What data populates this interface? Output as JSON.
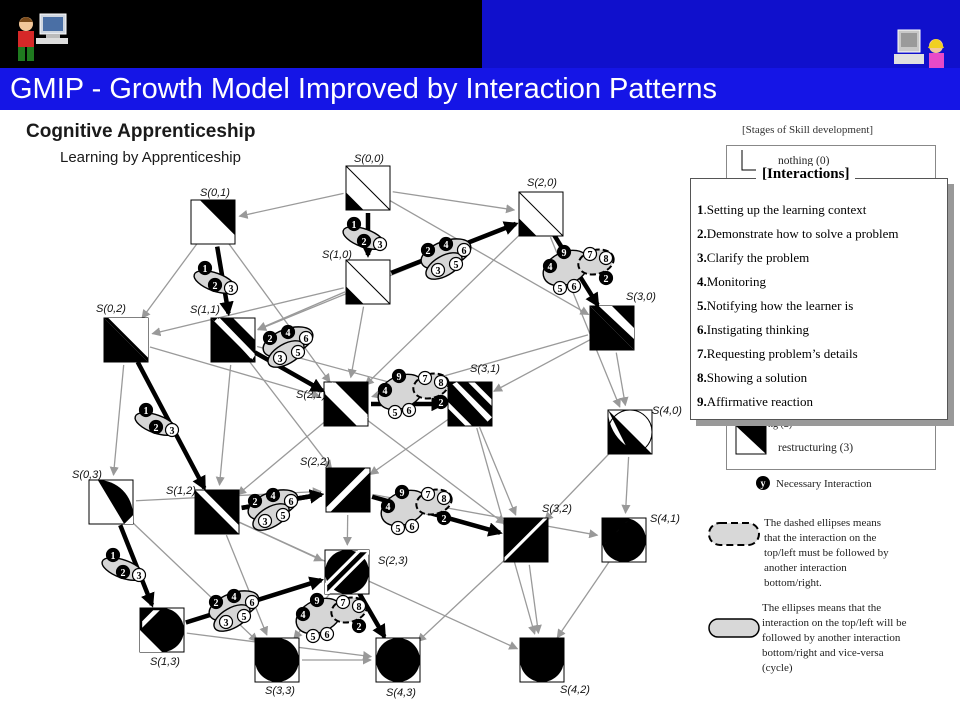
{
  "header": {
    "title": "GMIP - Growth Model Improved by Interaction Patterns"
  },
  "subtitle": "Cognitive Apprenticeship",
  "subtitle2": "Learning by Apprenticeship",
  "nodes": [
    {
      "id": "n00",
      "label": "S(0,0)"
    },
    {
      "id": "n01",
      "label": "S(0,1)"
    },
    {
      "id": "n10",
      "label": "S(1,0)"
    },
    {
      "id": "n20",
      "label": "S(2,0)"
    },
    {
      "id": "n02",
      "label": "S(0,2)"
    },
    {
      "id": "n11",
      "label": "S(1,1)"
    },
    {
      "id": "n30",
      "label": "S(3,0)"
    },
    {
      "id": "n21",
      "label": "S(2,1)"
    },
    {
      "id": "n31",
      "label": "S(3,1)"
    },
    {
      "id": "n40",
      "label": "S(4,0)"
    },
    {
      "id": "n03",
      "label": "S(0,3)"
    },
    {
      "id": "n12",
      "label": "S(1,2)"
    },
    {
      "id": "n22",
      "label": "S(2,2)"
    },
    {
      "id": "n32",
      "label": "S(3,2)"
    },
    {
      "id": "n41",
      "label": "S(4,1)"
    },
    {
      "id": "n23",
      "label": "S(2,3)"
    },
    {
      "id": "n13",
      "label": "S(1,3)"
    },
    {
      "id": "n33",
      "label": "S(3,3)"
    },
    {
      "id": "n43",
      "label": "S(4,3)"
    },
    {
      "id": "n42",
      "label": "S(4,2)"
    }
  ],
  "stages": {
    "title": "[Stages of Skill development]",
    "items": [
      "nothing (0)",
      "restructuring (3)"
    ]
  },
  "interactions": {
    "title": "[Interactions]",
    "items": [
      {
        "num": "1",
        "text": ".Setting up the learning context"
      },
      {
        "num": "2.",
        "text": "Demonstrate how to solve a problem"
      },
      {
        "num": "3.",
        "text": "Clarify the problem"
      },
      {
        "num": "4.",
        "text": "Monitoring"
      },
      {
        "num": "5.",
        "text": "Notifying how the learner is"
      },
      {
        "num": "6.",
        "text": "Instigating thinking"
      },
      {
        "num": "7.",
        "text": "Requesting problem’s details"
      },
      {
        "num": "8.",
        "text": "Showing a solution"
      },
      {
        "num": "9.",
        "text": "Affirmative reaction"
      }
    ]
  },
  "legend": {
    "necessary_marker": "y",
    "necessary": "Necessary Interaction",
    "dashed": [
      "The dashed ellipses means",
      "that the interaction on the",
      "top/left must be followed by",
      "another interaction",
      "bottom/right."
    ],
    "solid": [
      "The ellipses means that the",
      "interaction on the top/left will be",
      "followed by another interaction",
      "bottom/right and vice-versa",
      "(cycle)"
    ]
  }
}
